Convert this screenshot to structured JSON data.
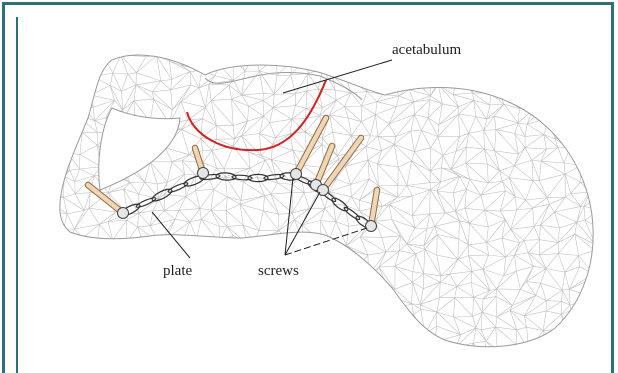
{
  "figure": {
    "labels": {
      "acetabulum": "acetabulum",
      "plate": "plate",
      "screws": "screws"
    }
  },
  "colors": {
    "frame": "#2e6f79",
    "rim": "#d42020",
    "mesh": "#c2c2c2",
    "mesh_outline": "#9a9a9a",
    "screw_body": "#f0d6b4",
    "screw_edge": "#8c6a48",
    "plate": "#333333"
  }
}
